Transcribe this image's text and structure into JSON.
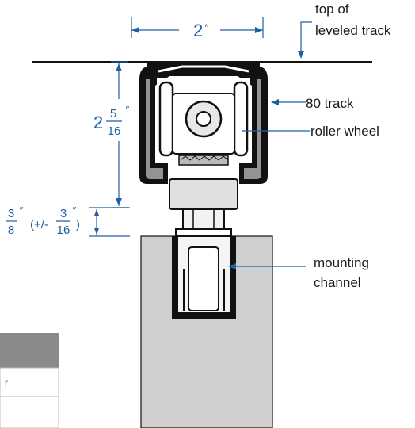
{
  "labels": {
    "top_of_leveled_track_line1": "top of",
    "top_of_leveled_track_line2": "leveled track",
    "track": "80 track",
    "roller_wheel": "roller wheel",
    "mounting_channel_line1": "mounting",
    "mounting_channel_line2": "channel"
  },
  "dimensions": {
    "width": {
      "value": "2",
      "unit": "″"
    },
    "height": {
      "whole": "2",
      "numerator": "5",
      "denominator": "16",
      "unit": "″"
    },
    "gap": {
      "numerator": "3",
      "denominator": "8",
      "unit": "″",
      "tol_prefix": "(+/-",
      "tol_numerator": "3",
      "tol_denominator": "16",
      "tol_unit": "″",
      "tol_suffix": ")"
    }
  },
  "table_fragment": {
    "cell_text": "r"
  },
  "colors": {
    "dimension_blue": "#1f5fa8",
    "outline": "#111111",
    "panel_gray": "#cfcfcf",
    "table_header_gray": "#8a8a8a"
  }
}
